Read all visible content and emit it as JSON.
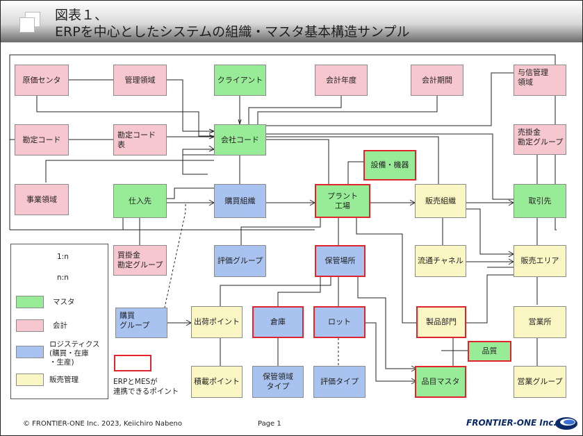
{
  "title": {
    "line1": "図表１、",
    "line2": "ERPを中心としたシステムの組織・マスタ基本構造サンプル"
  },
  "nodes": {
    "cost_center": "原価センタ",
    "controlling_area": "管理領域",
    "client": "クライアント",
    "fiscal_year": "会計年度",
    "posting_period": "会計期間",
    "credit_control_area": "与信管理\n領域",
    "account_code": "勘定コード",
    "chart_of_accounts": "勘定コード\n表",
    "company_code": "会社コード",
    "equipment": "設備・機器",
    "ar_account_group": "売掛金\n勘定グループ",
    "business_area": "事業領域",
    "vendor": "仕入先",
    "purchasing_org": "購買組織",
    "plant": "プラント\n工場",
    "sales_org": "販売組織",
    "customer": "取引先",
    "ap_account_group": "買掛金\n勘定グループ",
    "valuation_group": "評価グループ",
    "storage_location": "保管場所",
    "distribution_channel": "流通チャネル",
    "sales_area": "販売エリア",
    "purchasing_group": "購買\nグループ",
    "shipping_point": "出荷ポイント",
    "warehouse": "倉庫",
    "lot": "ロット",
    "division": "製品部門",
    "sales_office": "営業所",
    "quality": "品質",
    "loading_point": "積載ポイント",
    "storage_area_type": "保管領域\nタイプ",
    "valuation_type": "評価タイプ",
    "material_master": "品目マスタ",
    "sales_group": "営業グループ"
  },
  "legend": {
    "one_to_n": "1:n",
    "n_to_n": "n:n",
    "master": "マスタ",
    "accounting": "会計",
    "logistics": "ロジスティクス\n(購買・在庫\n・生産)",
    "sales": "販売管理",
    "erp_mes": "ERPとMESが\n連携できるポイント"
  },
  "colors": {
    "accounting": "#f7c7d0",
    "master": "#98ec98",
    "logistics": "#a9c3f0",
    "sales": "#fbf7c4",
    "erp_mes_border": "#e0242e"
  },
  "footer": {
    "copyright": "© FRONTIER-ONE Inc. 2023,  Keiichiro Nabeno",
    "page": "Page 1",
    "brand": "FRONTIER-ONE Inc."
  }
}
